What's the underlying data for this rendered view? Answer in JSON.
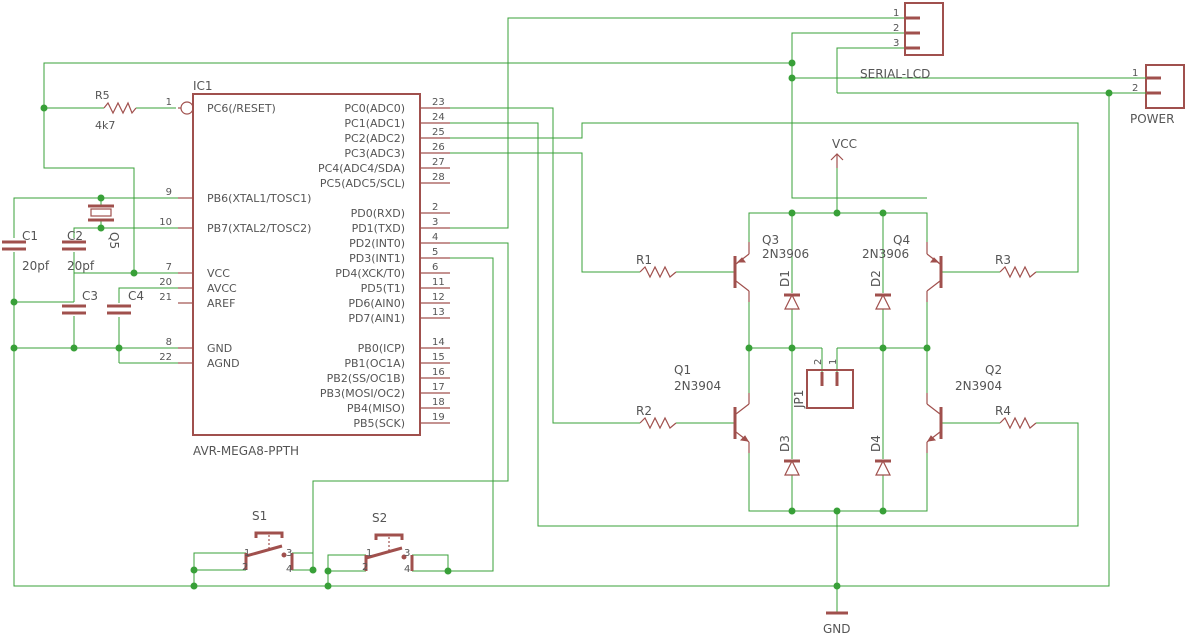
{
  "ic": {
    "ref": "IC1",
    "value": "AVR-MEGA8-PPTH",
    "left_pins": [
      {
        "num": "1",
        "name": "PC6(/RESET)"
      },
      {
        "num": "9",
        "name": "PB6(XTAL1/TOSC1)"
      },
      {
        "num": "10",
        "name": "PB7(XTAL2/TOSC2)"
      },
      {
        "num": "7",
        "name": "VCC"
      },
      {
        "num": "20",
        "name": "AVCC"
      },
      {
        "num": "21",
        "name": "AREF"
      },
      {
        "num": "8",
        "name": "GND"
      },
      {
        "num": "22",
        "name": "AGND"
      }
    ],
    "right_pins": [
      {
        "num": "23",
        "name": "PC0(ADC0)"
      },
      {
        "num": "24",
        "name": "PC1(ADC1)"
      },
      {
        "num": "25",
        "name": "PC2(ADC2)"
      },
      {
        "num": "26",
        "name": "PC3(ADC3)"
      },
      {
        "num": "27",
        "name": "PC4(ADC4/SDA)"
      },
      {
        "num": "28",
        "name": "PC5(ADC5/SCL)"
      },
      {
        "num": "2",
        "name": "PD0(RXD)"
      },
      {
        "num": "3",
        "name": "PD1(TXD)"
      },
      {
        "num": "4",
        "name": "PD2(INT0)"
      },
      {
        "num": "5",
        "name": "PD3(INT1)"
      },
      {
        "num": "6",
        "name": "PD4(XCK/T0)"
      },
      {
        "num": "11",
        "name": "PD5(T1)"
      },
      {
        "num": "12",
        "name": "PD6(AIN0)"
      },
      {
        "num": "13",
        "name": "PD7(AIN1)"
      },
      {
        "num": "14",
        "name": "PB0(ICP)"
      },
      {
        "num": "15",
        "name": "PB1(OC1A)"
      },
      {
        "num": "16",
        "name": "PB2(SS/OC1B)"
      },
      {
        "num": "17",
        "name": "PB3(MOSI/OC2)"
      },
      {
        "num": "18",
        "name": "PB4(MISO)"
      },
      {
        "num": "19",
        "name": "PB5(SCK)"
      }
    ]
  },
  "components": {
    "r5": {
      "ref": "R5",
      "value": "4k7"
    },
    "c1": {
      "ref": "C1",
      "value": "20pf"
    },
    "c2": {
      "ref": "C2",
      "value": "20pf"
    },
    "c3": {
      "ref": "C3"
    },
    "c4": {
      "ref": "C4"
    },
    "q5": {
      "ref": "Q5"
    },
    "r1": {
      "ref": "R1"
    },
    "r2": {
      "ref": "R2"
    },
    "r3": {
      "ref": "R3"
    },
    "r4": {
      "ref": "R4"
    },
    "q1": {
      "ref": "Q1",
      "value": "2N3904"
    },
    "q2": {
      "ref": "Q2",
      "value": "2N3904"
    },
    "q3": {
      "ref": "Q3",
      "value": "2N3906"
    },
    "q4": {
      "ref": "Q4",
      "value": "2N3906"
    },
    "d1": {
      "ref": "D1"
    },
    "d2": {
      "ref": "D2"
    },
    "d3": {
      "ref": "D3"
    },
    "d4": {
      "ref": "D4"
    },
    "jp1": {
      "ref": "JP1",
      "pin1": "1",
      "pin2": "2"
    },
    "s1": {
      "ref": "S1",
      "p1": "1",
      "p2": "2",
      "p3": "3",
      "p4": "4"
    },
    "s2": {
      "ref": "S2",
      "p1": "1",
      "p2": "2",
      "p3": "3",
      "p4": "4"
    }
  },
  "connectors": {
    "serial": {
      "name": "SERIAL-LCD",
      "pins": [
        "1",
        "2",
        "3"
      ]
    },
    "power": {
      "name": "POWER",
      "pins": [
        "1",
        "2"
      ]
    }
  },
  "supplies": {
    "vcc": "VCC",
    "gnd": "GND"
  },
  "colors": {
    "symbol": "#a0504d",
    "wire": "#38a038",
    "text": "#555555",
    "background": "#ffffff"
  }
}
